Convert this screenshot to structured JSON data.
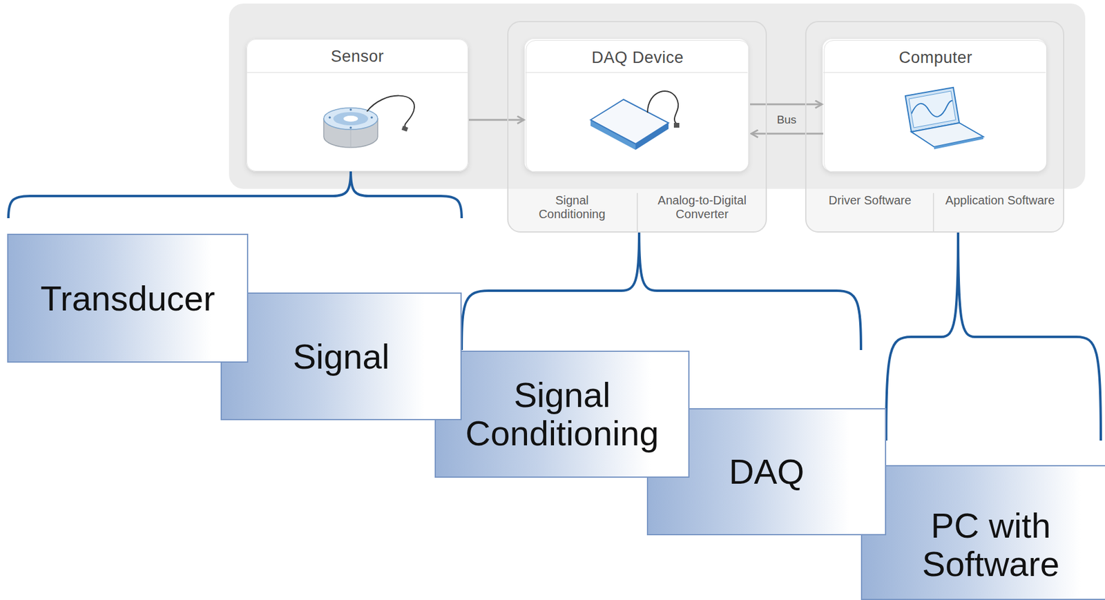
{
  "diagram": {
    "nodes": [
      {
        "text": [
          "Sensor"
        ]
      },
      {
        "text": [
          "Signal Conditioning",
          "Analog-to-Digital Converter"
        ]
      },
      {
        "text": [
          "DAQ Device"
        ],
        "in": 1
      },
      {
        "text": [
          "Driver Software",
          "Application Software"
        ]
      },
      {
        "text": [
          "Computer"
        ],
        "in": 3
      },
      {
        "text": [
          "Transducer"
        ]
      },
      {
        "text": [
          "Signal"
        ]
      },
      {
        "text": [
          "Signal Conditioning"
        ]
      },
      {
        "text": [
          "DAQ"
        ]
      },
      {
        "text": [
          "PC with Software"
        ]
      }
    ],
    "edges": [
      {
        "from": 0,
        "to": 2,
        "arrow": "to"
      },
      {
        "from": 2,
        "to": 4,
        "arrow": "to",
        "label": "Bus"
      },
      {
        "from": 4,
        "to": 2,
        "arrow": "to"
      }
    ]
  }
}
